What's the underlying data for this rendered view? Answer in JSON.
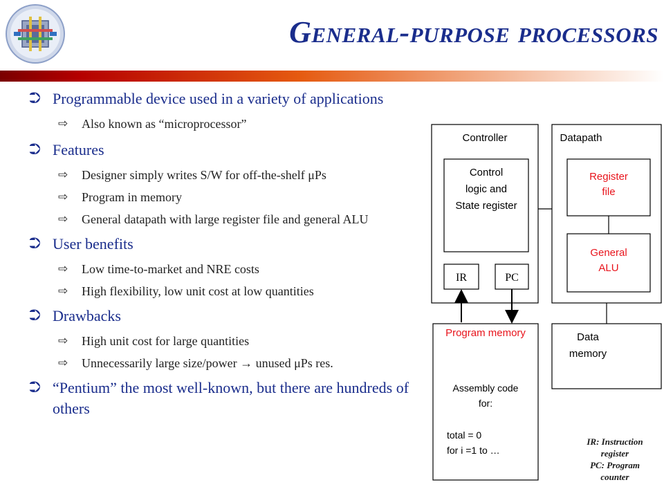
{
  "title": "General-purpose processors",
  "bullets": [
    {
      "text": "Programmable device used in a variety of applications",
      "sub": [
        "Also known as “microprocessor”"
      ]
    },
    {
      "text": "Features",
      "sub": [
        "Designer simply writes S/W for off-the-shelf μPs",
        "Program in memory",
        "General datapath with large register file and general ALU"
      ]
    },
    {
      "text": "User benefits",
      "sub": [
        "Low time-to-market and NRE costs",
        "High flexibility, low unit cost at low quantities"
      ]
    },
    {
      "text": "Drawbacks",
      "sub": [
        "High unit cost for large quantities",
        "Unnecessarily large size/power → unused μPs res."
      ]
    },
    {
      "text": "“Pentium” the most well-known, but there are hundreds of others",
      "sub": []
    }
  ],
  "diagram": {
    "controller_label": "Controller",
    "datapath_label": "Datapath",
    "control_logic": [
      "Control",
      "logic and",
      "State register"
    ],
    "ir": "IR",
    "pc": "PC",
    "register_file": [
      "Register",
      "file"
    ],
    "alu": [
      "General",
      "ALU"
    ],
    "program_memory": "Program memory",
    "data_memory": [
      "Data",
      "memory"
    ],
    "code": [
      "Assembly code",
      "for:",
      "total = 0",
      "for i =1 to …"
    ]
  },
  "legend": {
    "ir_def": [
      "IR: Instruction",
      "register"
    ],
    "pc_def": [
      "PC: Program",
      "counter"
    ]
  },
  "colors": {
    "title": "#1a2d8c",
    "bullet_text": "#1a2d8c",
    "highlight_red": "#e8141c"
  }
}
